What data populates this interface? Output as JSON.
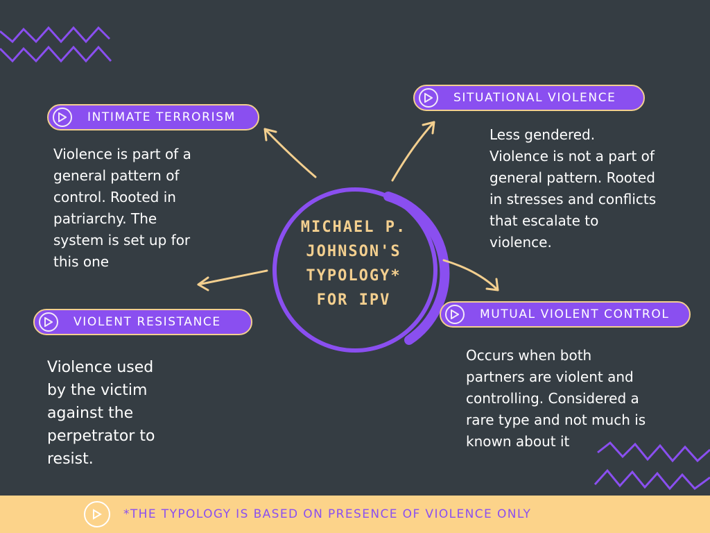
{
  "center_title": "Michael P.\nJohnson's\nTypology*\nfor IPV",
  "types": [
    {
      "label": "INTIMATE TERRORISM",
      "description": "Violence is part of a\ngeneral pattern of\ncontrol. Rooted in\npatriarchy. The\nsystem is set up for\nthis one"
    },
    {
      "label": "SITUATIONAL VIOLENCE",
      "description": "Less gendered.\nViolence is not a part of\ngeneral pattern. Rooted\nin stresses and conflicts\nthat escalate to\nviolence."
    },
    {
      "label": "VIOLENT RESISTANCE",
      "description": "Violence used\nby the victim\nagainst the\nperpetrator to\nresist."
    },
    {
      "label": "MUTUAL VIOLENT CONTROL",
      "description": "Occurs when both\npartners are violent and\ncontrolling.  Considered a\nrare type and not much is\nknown about it"
    }
  ],
  "footer_note": "*THE TYPOLOGY IS BASED ON PRESENCE OF VIOLENCE ONLY",
  "colors": {
    "background": "#353d43",
    "accent_purple": "#8a4ff0",
    "accent_gold": "#f3cf8f",
    "footer_bg": "#fcd38a"
  },
  "icons": [
    "play-icon",
    "zigzag-decoration",
    "arrow-icon"
  ]
}
